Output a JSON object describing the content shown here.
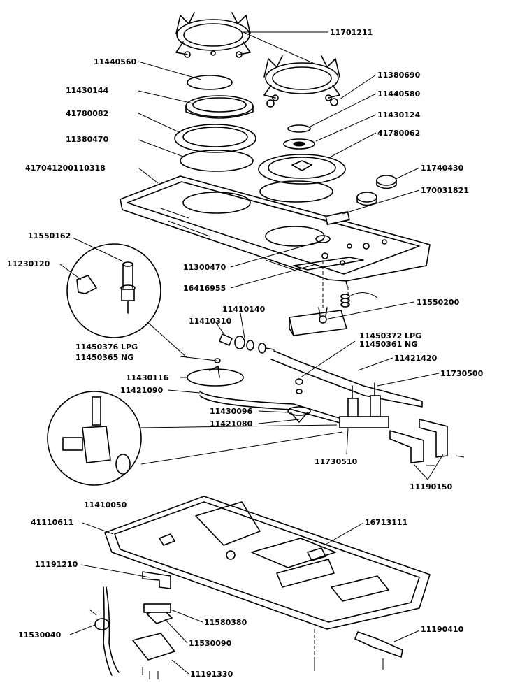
{
  "parts": {
    "p11701211": "11701211",
    "p11440560": "11440560",
    "p11380690": "11380690",
    "p11430144": "11430144",
    "p11440580": "11440580",
    "p41780082": "41780082",
    "p11430124": "11430124",
    "p41780062": "41780062",
    "p11380470": "11380470",
    "p11740430": "11740430",
    "p417041200110318": "417041200110318",
    "p170031821": "170031821",
    "p11550162": "11550162",
    "p11230120": "11230120",
    "p11300470": "11300470",
    "p16416955": "16416955",
    "p11550200": "11550200",
    "p11410140": "11410140",
    "p11410310": "11410310",
    "p11450372": "11450372  LPG",
    "p11450361": "11450361  NG",
    "p11450376": "11450376  LPG",
    "p11450365": "11450365  NG",
    "p11421420": "11421420",
    "p11730500": "11730500",
    "p11430116": "11430116",
    "p11421090": "11421090",
    "p11430096": "11430096",
    "p11421080": "11421080",
    "p11730510": "11730510",
    "p11190150": "11190150",
    "p11410050": "11410050",
    "p41110611": "41110611",
    "p16713111": "16713111",
    "p11191210": "11191210",
    "p11580380": "11580380",
    "p11530040": "11530040",
    "p11530090": "11530090",
    "p11190410": "11190410",
    "p11191330": "11191330"
  }
}
